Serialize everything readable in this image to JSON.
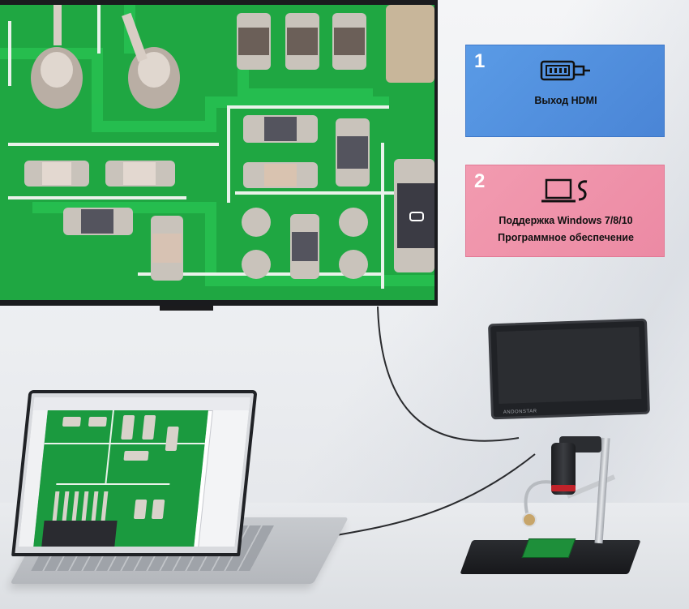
{
  "cards": [
    {
      "number": "1",
      "icon": "hdmi-connector-icon",
      "lines": [
        "Выход HDMI"
      ],
      "color": "#4a85d6"
    },
    {
      "number": "2",
      "icon": "laptop-with-s-icon",
      "lines": [
        "Поддержка Windows 7/8/10",
        "Программное обеспечение"
      ],
      "color": "#ec8aa4"
    }
  ],
  "microscope": {
    "brand": "ANDONSTAR"
  },
  "colors": {
    "pcb_green": "#1fa742",
    "pad_silver": "#c9c3bb",
    "trace_white": "#e9f2ea"
  }
}
